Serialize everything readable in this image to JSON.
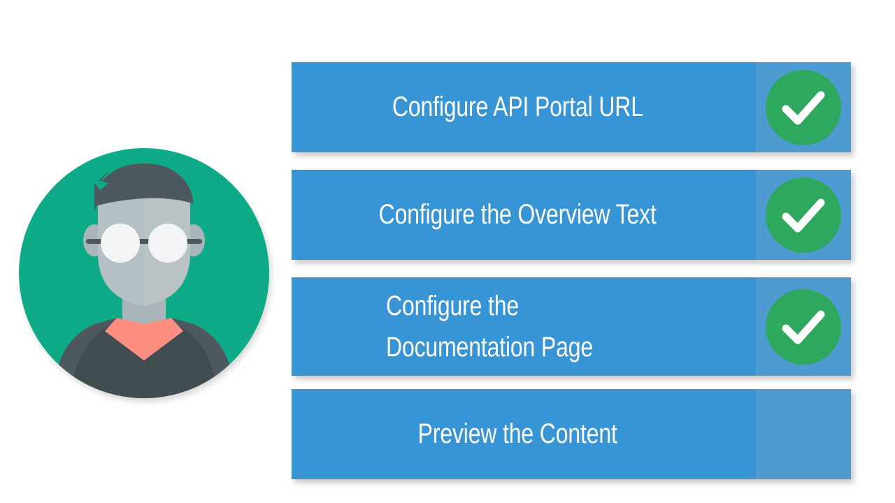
{
  "slide": {
    "background_color": "#FFFFFF",
    "accent_blue": "#3794D5",
    "panel_blue": "#4D9BD1",
    "check_green": "#2FA85F",
    "avatar_green": "#0FAA87"
  },
  "avatar": {
    "name": "user-avatar-illustration",
    "circle_color": "#0FAA87",
    "hair_color": "#4C585E",
    "skin_color": "#B9C3C6",
    "skin_shadow_color": "#AAB5B9",
    "glasses_lens_color": "#F2F4F5",
    "glasses_frame_color": "#4C585E",
    "jacket_color": "#414C51",
    "jacket_side_color": "#4E595F",
    "collar_color": "#FB8E80"
  },
  "steps": [
    {
      "id": "step-1",
      "label": "Configure API Portal URL",
      "align": "center",
      "completed": true,
      "status_icon": "check-icon"
    },
    {
      "id": "step-2",
      "label": "Configure the Overview Text",
      "align": "center",
      "completed": true,
      "status_icon": "check-icon"
    },
    {
      "id": "step-3",
      "label": "Configure the\nDocumentation Page",
      "align": "left",
      "completed": true,
      "status_icon": "check-icon"
    },
    {
      "id": "step-4",
      "label": "Preview the Content",
      "align": "center",
      "completed": false,
      "status_icon": "none"
    }
  ]
}
